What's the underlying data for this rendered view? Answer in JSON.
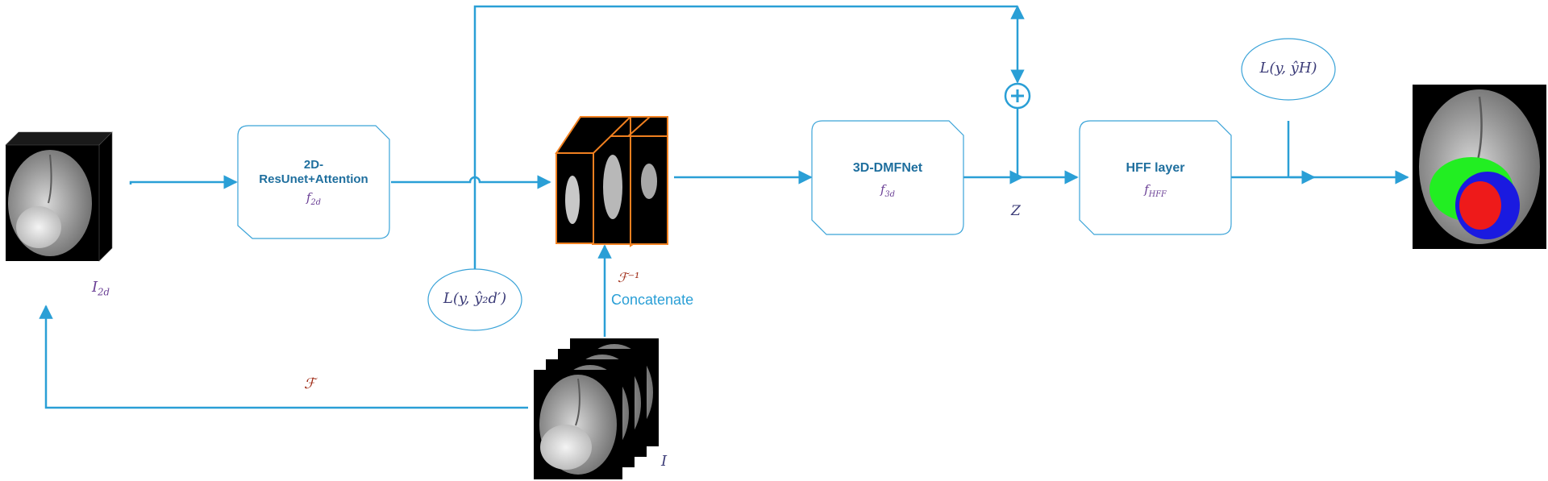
{
  "colors": {
    "arrow": "#2a9fd6",
    "box_stroke": "#3aa3d8",
    "box_text": "#1f6f9e",
    "math_purple": "#6a3f95",
    "math_dark": "#3c3c78",
    "math_red": "#9e2a14",
    "concat_text": "#2a9fd6",
    "volume_edge": "#f08020"
  },
  "boxes": {
    "resunet": {
      "title": "2D-ResUnet+Attention",
      "func": "f2d"
    },
    "dmfnet": {
      "title": "3D-DMFNet",
      "func": "f3d"
    },
    "hff": {
      "title": "HFF layer",
      "func": "fHFF"
    }
  },
  "labels": {
    "i2d": "I2d",
    "i": "I",
    "z": "Z",
    "f_forward": "ℱ",
    "f_inverse": "ℱ⁻¹",
    "concatenate": "Concatenate"
  },
  "losses": {
    "loss_2d": "L(y, ŷ₂d′)",
    "loss_hff": "L(y, ŷH)"
  },
  "icons": {
    "plus_node": "plus-circle-icon",
    "input_cube": "brain-cube-icon",
    "stack": "brain-slice-stack-icon",
    "volume": "slice-volume-icon",
    "output": "segmentation-output-icon"
  }
}
